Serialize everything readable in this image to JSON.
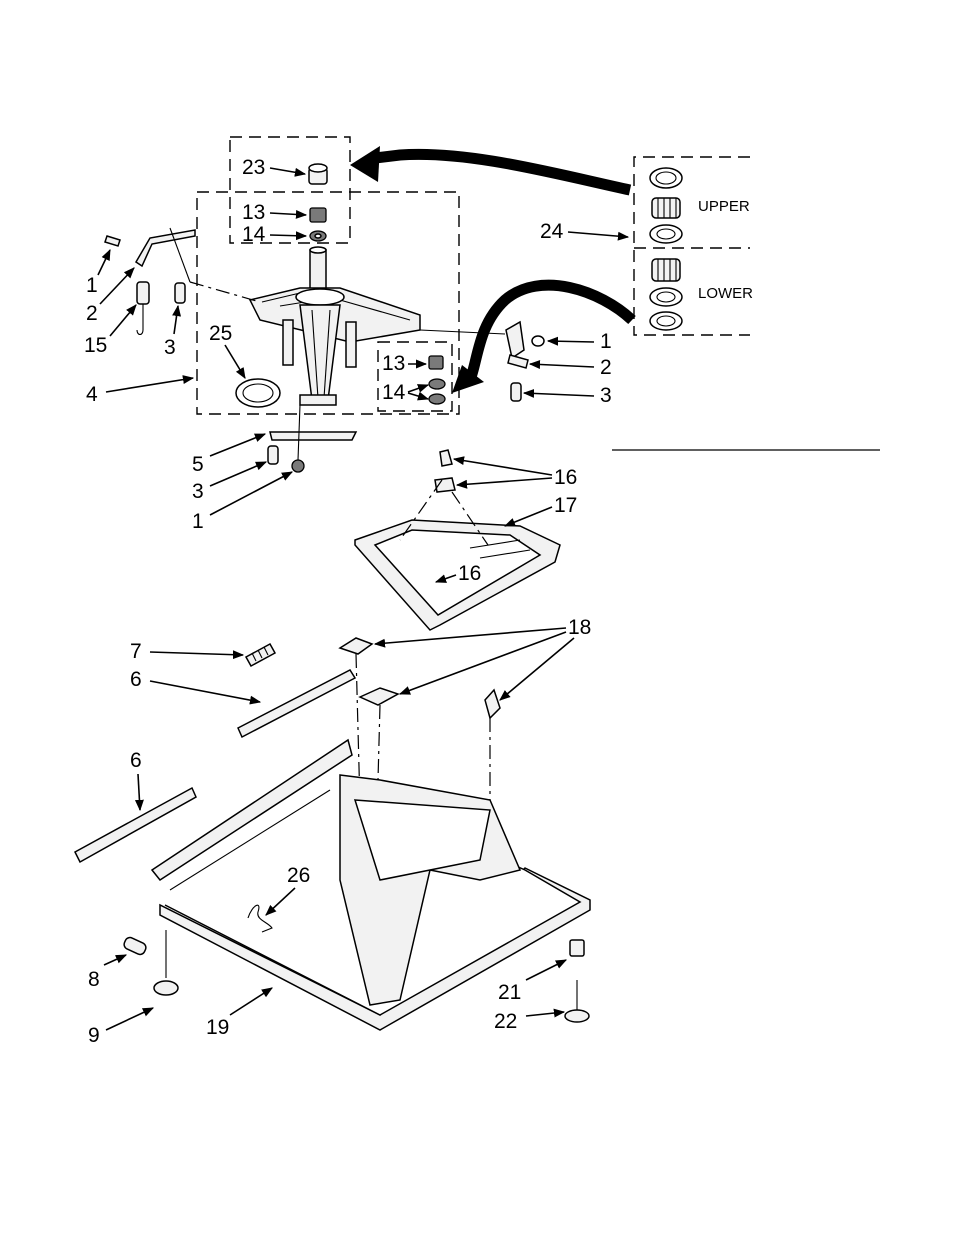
{
  "callouts": [
    {
      "id": "c23",
      "text": "23"
    },
    {
      "id": "c13a",
      "text": "13"
    },
    {
      "id": "c14a",
      "text": "14"
    },
    {
      "id": "c1a",
      "text": "1"
    },
    {
      "id": "c2a",
      "text": "2"
    },
    {
      "id": "c15",
      "text": "15"
    },
    {
      "id": "c3a",
      "text": "3"
    },
    {
      "id": "c25",
      "text": "25"
    },
    {
      "id": "c4",
      "text": "4"
    },
    {
      "id": "c13b",
      "text": "13"
    },
    {
      "id": "c14b",
      "text": "14"
    },
    {
      "id": "c1b",
      "text": "1"
    },
    {
      "id": "c2b",
      "text": "2"
    },
    {
      "id": "c3b",
      "text": "3"
    },
    {
      "id": "c24",
      "text": "24"
    },
    {
      "id": "c5",
      "text": "5"
    },
    {
      "id": "c3c",
      "text": "3"
    },
    {
      "id": "c1c",
      "text": "1"
    },
    {
      "id": "c16a",
      "text": "16"
    },
    {
      "id": "c17",
      "text": "17"
    },
    {
      "id": "c16b",
      "text": "16"
    },
    {
      "id": "c7",
      "text": "7"
    },
    {
      "id": "c18",
      "text": "18"
    },
    {
      "id": "c6a",
      "text": "6"
    },
    {
      "id": "c6b",
      "text": "6"
    },
    {
      "id": "c26",
      "text": "26"
    },
    {
      "id": "c8",
      "text": "8"
    },
    {
      "id": "c9",
      "text": "9"
    },
    {
      "id": "c19",
      "text": "19"
    },
    {
      "id": "c21",
      "text": "21"
    },
    {
      "id": "c22",
      "text": "22"
    }
  ],
  "bearing_kit": {
    "upper_label": "UPPER",
    "lower_label": "LOWER"
  }
}
